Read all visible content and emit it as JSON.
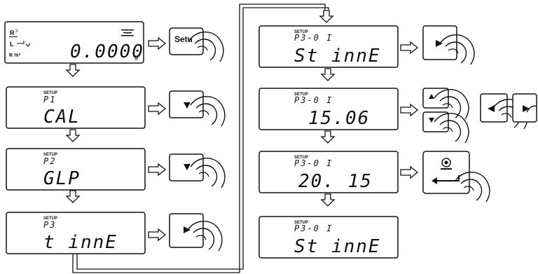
{
  "start_screen": {
    "reading": "0.0000",
    "unit": "g"
  },
  "setup_button": {
    "label": "Setu"
  },
  "steps": [
    {
      "tag": "SETUP",
      "code": "P1",
      "value": "CAL"
    },
    {
      "tag": "SETUP",
      "code": "P2",
      "value": "GLP"
    },
    {
      "tag": "SETUP",
      "code": "P3",
      "value": "t innE"
    },
    {
      "tag": "SETUP",
      "code": "P3-0 I",
      "value": "St innE"
    },
    {
      "tag": "SETUP",
      "code": "P3-0 I",
      "value": "15.06"
    },
    {
      "tag": "SETUP",
      "code": "P3-0 I",
      "value": "20. 15"
    },
    {
      "tag": "SETUP",
      "code": "P3-0 I",
      "value": "St innE"
    }
  ],
  "icons": {
    "down_key": "triangle-down-icon",
    "right_key": "triangle-right-icon",
    "up_key": "triangle-up-icon",
    "left_key": "triangle-left-icon",
    "enter_key": "enter-arrow-icon",
    "print_key": "printer-icon",
    "hand": "finger-press-icon"
  }
}
